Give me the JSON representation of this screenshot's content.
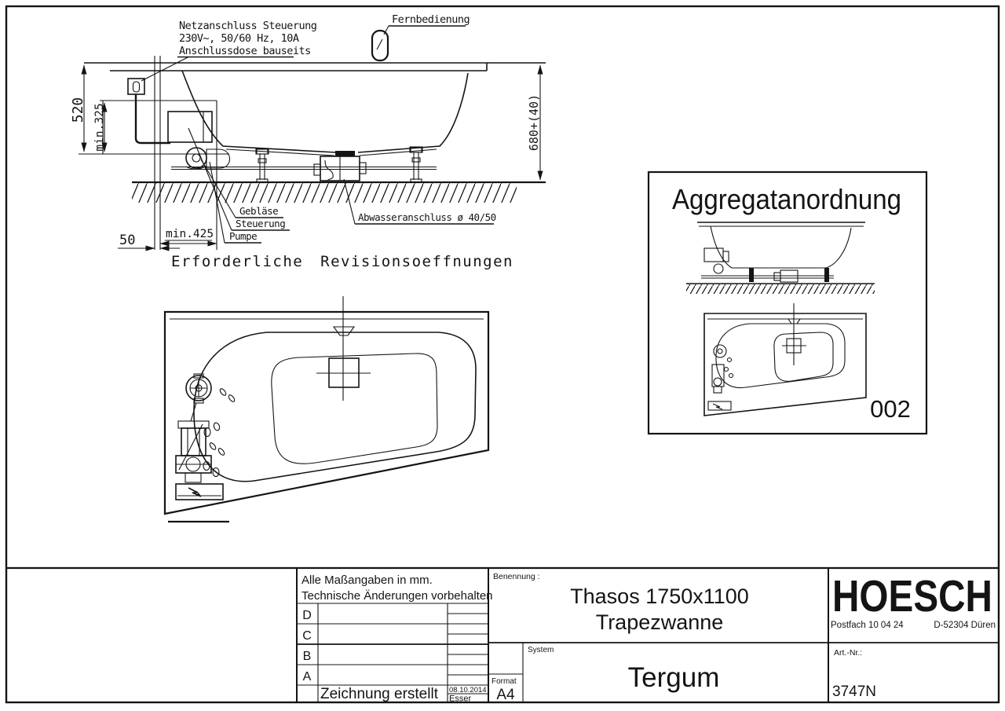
{
  "drawing": {
    "annotations": {
      "netzanschluss_line1": "Netzanschluss Steuerung",
      "netzanschluss_line2": "230V~, 50/60 Hz, 10A",
      "netzanschluss_line3": "Anschlussdose bauseits",
      "fernbedienung": "Fernbedienung",
      "geblaese": "Gebläse",
      "steuerung": "Steuerung",
      "pumpe": "Pumpe",
      "abwasseranschluss": "Abwasseranschluss ø 40/50",
      "revisionsoeffnungen": "Erforderliche Revisionsoeffnungen"
    },
    "dimensions": {
      "height_wall": "520",
      "height_min": "min.325",
      "wall_gap": "50",
      "clearance_min": "min.425",
      "tub_height": "680+(40)"
    },
    "aggregat": {
      "title": "Aggregatanordnung",
      "number": "002"
    }
  },
  "title_block": {
    "note_line1": "Alle Maßangaben in mm.",
    "note_line2": "Technische Änderungen vorbehalten",
    "revision_rows": [
      "D",
      "C",
      "B",
      "A"
    ],
    "created_label": "Zeichnung erstellt",
    "created_date": "08.10.2014",
    "created_by": "Esser",
    "format_label": "Format",
    "format_value": "A4",
    "benennung_label": "Benennung :",
    "benennung_line1": "Thasos 1750x1100",
    "benennung_line2": "Trapezwanne",
    "system_label": "System",
    "system_value": "Tergum",
    "brand": "HOESCH",
    "brand_postfach": "Postfach 10 04 24",
    "brand_city": "D-52304 Düren",
    "artnr_label": "Art.-Nr.:",
    "artnr_value": "3747N"
  }
}
